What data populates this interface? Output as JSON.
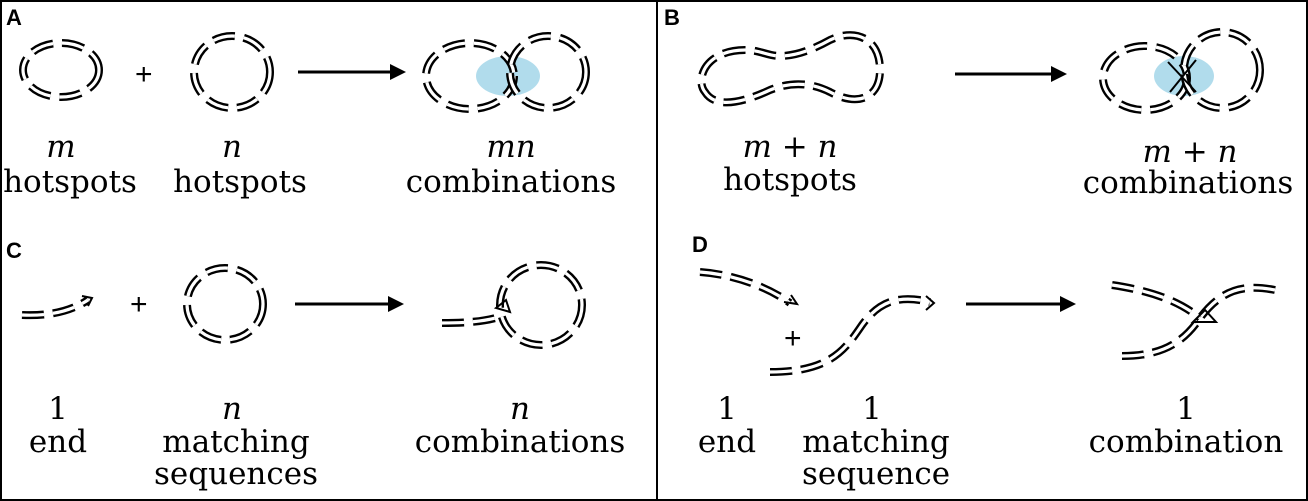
{
  "colors": {
    "highlight": "#a9d8ea",
    "ink": "#000000",
    "background": "#ffffff"
  },
  "panels": [
    {
      "letter": "A",
      "items": [
        {
          "top": "m",
          "bottom": "hotspots"
        },
        {
          "top": "n",
          "bottom": "hotspots"
        },
        {
          "top": "mn",
          "bottom": "combinations"
        }
      ],
      "plus": "+"
    },
    {
      "letter": "B",
      "items": [
        {
          "top": "m + n",
          "bottom": "hotspots"
        },
        {
          "top": "m + n",
          "bottom": "combinations"
        }
      ]
    },
    {
      "letter": "C",
      "items": [
        {
          "top": "1",
          "bottom": "end"
        },
        {
          "top": "n",
          "bottom": "matching",
          "extra": "sequences"
        },
        {
          "top": "n",
          "bottom": "combinations"
        }
      ],
      "plus": "+"
    },
    {
      "letter": "D",
      "items": [
        {
          "top": "1",
          "bottom": "end"
        },
        {
          "top": "1",
          "bottom": "matching",
          "extra": "sequence"
        },
        {
          "top": "1",
          "bottom": "combination"
        }
      ],
      "plus": "+"
    }
  ]
}
